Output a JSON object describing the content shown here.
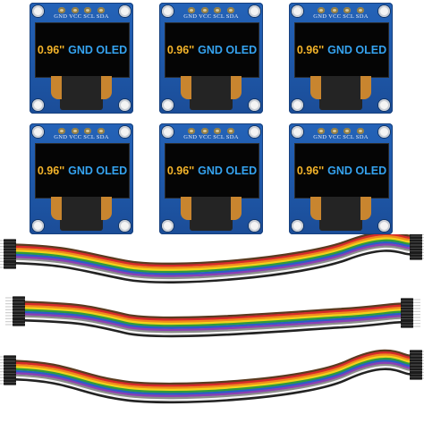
{
  "pin_labels": "GND VCC SCL SDA",
  "screen_size_text": "0.96''",
  "screen_label_text": "GND OLED",
  "module_count": 6,
  "wire_colors": [
    "#5a3b1f",
    "#d62b2b",
    "#f08a1c",
    "#f2d21b",
    "#2f9b3b",
    "#2a5fc7",
    "#8a3fb4",
    "#8c8c8c",
    "#f5f5f5",
    "#222222"
  ],
  "colors": {
    "pcb_blue": "#1e56a6",
    "screen_yellow": "#f4b42a",
    "screen_blue": "#35a3f0",
    "connector_black": "#1c1c1c",
    "pin_silver": "#cfcfcf"
  }
}
